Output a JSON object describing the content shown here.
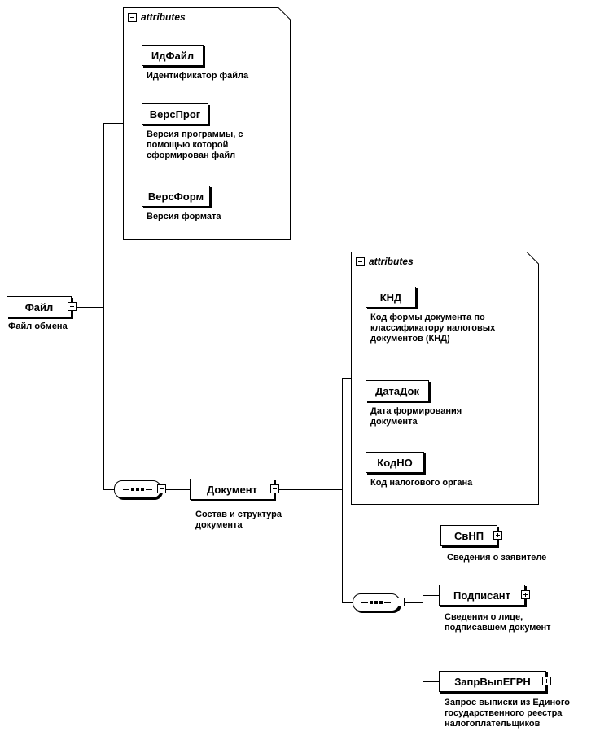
{
  "diagram": {
    "root": {
      "name": "Файл",
      "annotation": "Файл обмена"
    },
    "file_attributes": {
      "label": "attributes",
      "items": [
        {
          "name": "ИдФайл",
          "annotation": "Идентификатор файла"
        },
        {
          "name": "ВерсПрог",
          "annotation": "Версия программы, с помощью которой сформирован файл"
        },
        {
          "name": "ВерсФорм",
          "annotation": "Версия формата"
        }
      ]
    },
    "document": {
      "name": "Документ",
      "annotation": "Состав и структура документа"
    },
    "document_attributes": {
      "label": "attributes",
      "items": [
        {
          "name": "КНД",
          "annotation": "Код формы документа по классификатору налоговых документов (КНД)"
        },
        {
          "name": "ДатаДок",
          "annotation": "Дата формирования документа"
        },
        {
          "name": "КодНО",
          "annotation": "Код налогового органа"
        }
      ]
    },
    "document_children": [
      {
        "name": "СвНП",
        "annotation": "Сведения о заявителе"
      },
      {
        "name": "Подписант",
        "annotation": "Сведения о лице, подписавшем документ"
      },
      {
        "name": "ЗапрВыпЕГРН",
        "annotation": "Запрос выписки из Единого государственного реестра налогоплательщиков"
      }
    ]
  }
}
